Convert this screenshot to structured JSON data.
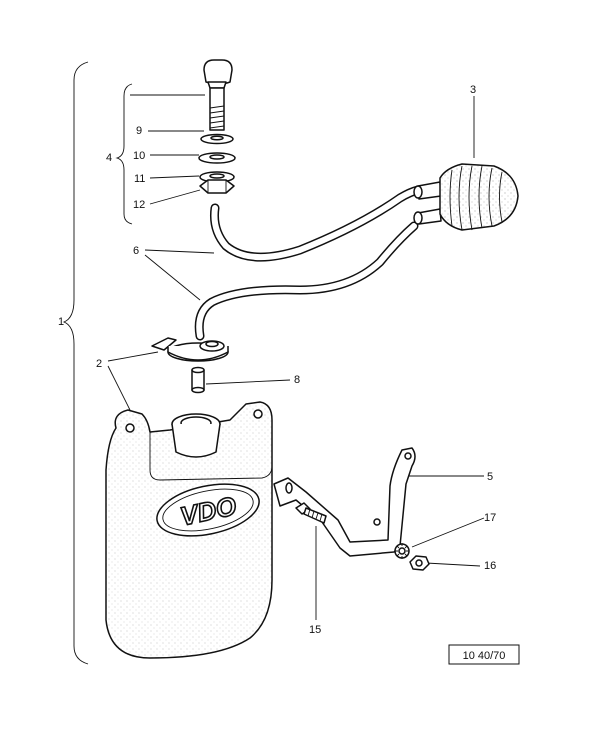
{
  "parts": [
    {
      "id": "p1",
      "number": "1"
    },
    {
      "id": "p2",
      "number": "2"
    },
    {
      "id": "p3",
      "number": "3"
    },
    {
      "id": "p4",
      "number": "4"
    },
    {
      "id": "p5",
      "number": "5"
    },
    {
      "id": "p6",
      "number": "6"
    },
    {
      "id": "p8",
      "number": "8"
    },
    {
      "id": "p9",
      "number": "9"
    },
    {
      "id": "p10",
      "number": "10"
    },
    {
      "id": "p11",
      "number": "11"
    },
    {
      "id": "p12",
      "number": "12"
    },
    {
      "id": "p15",
      "number": "15"
    },
    {
      "id": "p16",
      "number": "16"
    },
    {
      "id": "p17",
      "number": "17"
    }
  ],
  "tank_logo": "VDO",
  "figure_ref": "10 40/70"
}
